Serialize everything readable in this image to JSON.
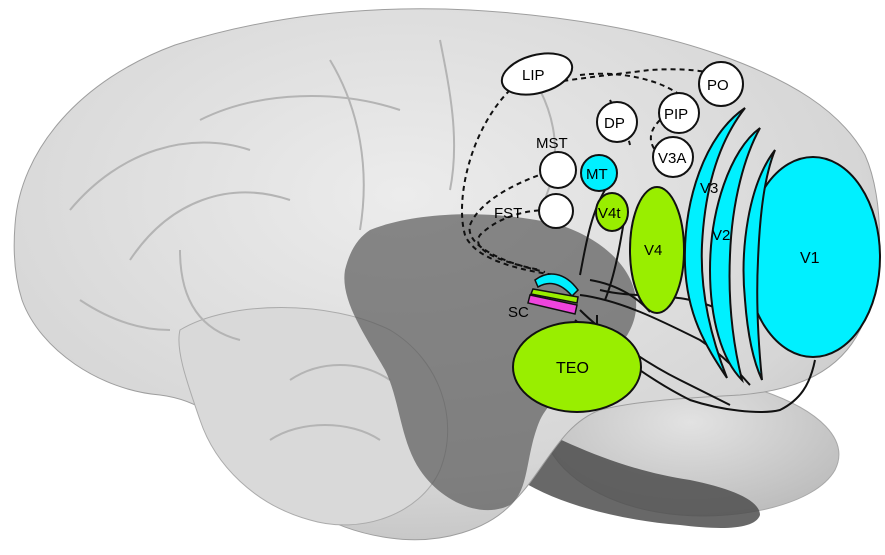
{
  "colors": {
    "cyan": "#00f0ff",
    "green": "#99ee00",
    "magenta": "#ee44dd",
    "white": "#ffffff",
    "brain": "#dcdcdc",
    "shadow": "#6e6e6e"
  },
  "areas": {
    "lip": "LIP",
    "po": "PO",
    "pip": "PIP",
    "dp": "DP",
    "mst": "MST",
    "mt": "MT",
    "v3a": "V3A",
    "v3": "V3",
    "fst": "FST",
    "v4t": "V4t",
    "v4": "V4",
    "v2": "V2",
    "v1": "V1",
    "sc": "SC",
    "teo": "TEO"
  }
}
